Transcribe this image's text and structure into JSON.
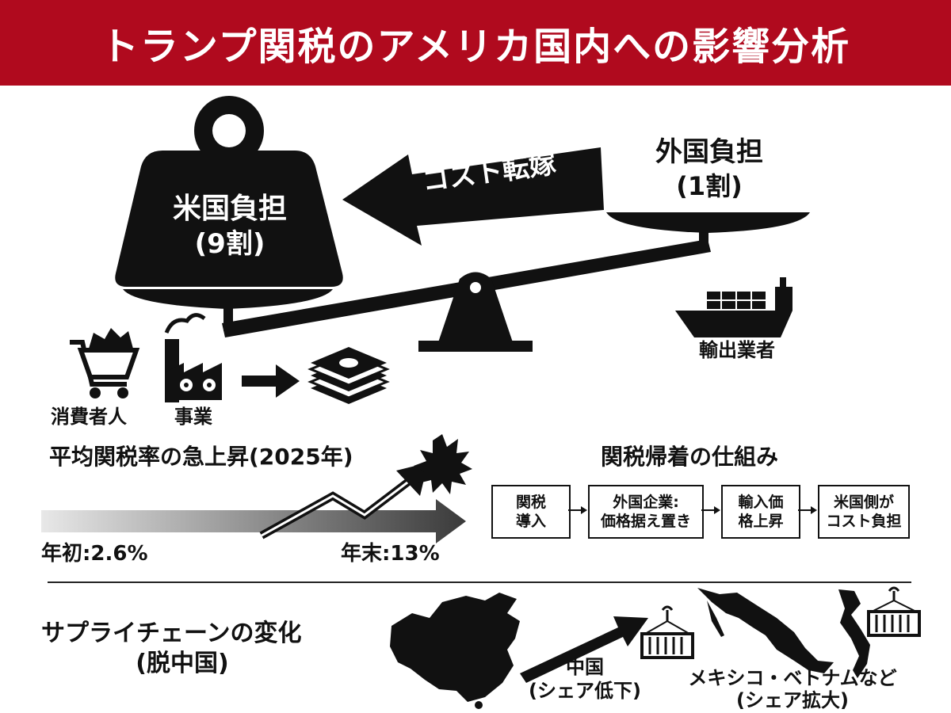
{
  "title": "トランプ関税のアメリカ国内への影響分析",
  "balance": {
    "us_burden": "米国負担",
    "us_ratio": "(9割)",
    "foreign_burden": "外国負担",
    "foreign_ratio": "(1割)",
    "shift_label": "コスト転嫁",
    "exporters_label": "輸出業者",
    "consumers_label": "消費者人",
    "business_label": "事業"
  },
  "tariff_rate": {
    "heading": "平均関税率の急上昇(2025年)",
    "start_label": "年初:2.6%",
    "end_label": "年末:13%",
    "start_value": 2.6,
    "end_value": 13
  },
  "mechanism": {
    "heading": "関税帰着の仕組み",
    "steps": [
      {
        "line1": "関税",
        "line2": "導入"
      },
      {
        "line1": "外国企業:",
        "line2": "価格据え置き"
      },
      {
        "line1": "輸入価",
        "line2": "格上昇"
      },
      {
        "line1": "米国側が",
        "line2": "コスト負担"
      }
    ]
  },
  "supply_chain": {
    "heading": "サプライチェーンの変化",
    "subheading": "(脱中国)",
    "china_label": "中国",
    "china_sub": "(シェア低下)",
    "others_label": "メキシコ・ベトナムなど",
    "others_sub": "(シェア拡大)"
  },
  "colors": {
    "header_bg": "#b00a1e",
    "ink": "#111111"
  }
}
